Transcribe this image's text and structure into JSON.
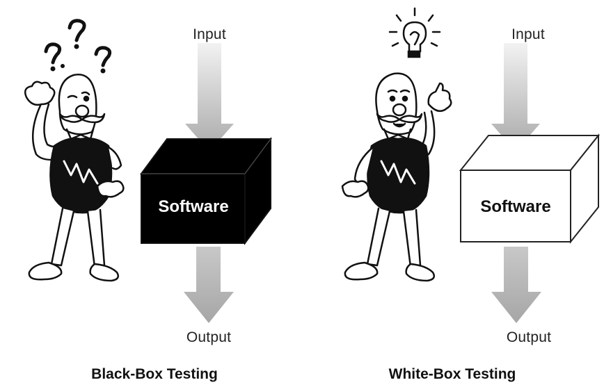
{
  "black_box": {
    "input_label": "Input",
    "box_label": "Software",
    "output_label": "Output",
    "caption": "Black-Box Testing",
    "box_color": "#000000",
    "box_text_color": "#ffffff"
  },
  "white_box": {
    "input_label": "Input",
    "box_label": "Software",
    "output_label": "Output",
    "caption": "White-Box Testing",
    "box_color": "#ffffff",
    "box_text_color": "#111111"
  },
  "colors": {
    "arrow_gray": "#bdbdbd",
    "line": "#111111"
  },
  "icons": [
    "question-marks-icon",
    "lightbulb-icon"
  ]
}
